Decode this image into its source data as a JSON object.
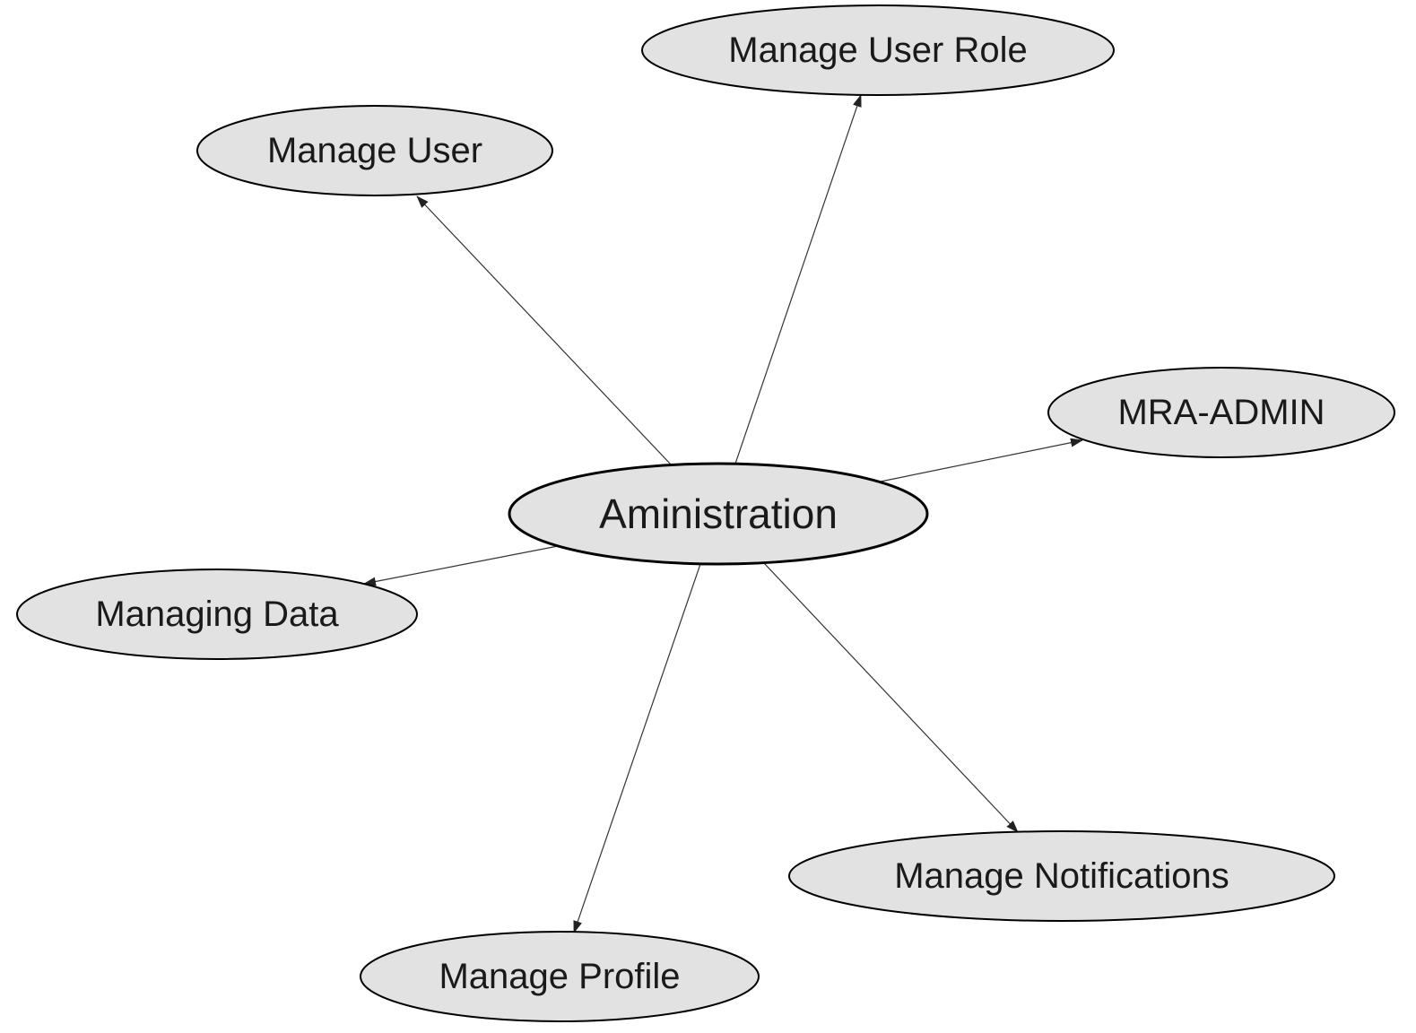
{
  "diagram": {
    "center": {
      "label": "Aministration"
    },
    "nodes": [
      {
        "id": "manage-user-role",
        "label": "Manage User Role"
      },
      {
        "id": "manage-user",
        "label": "Manage User"
      },
      {
        "id": "mra-admin",
        "label": "MRA-ADMIN"
      },
      {
        "id": "managing-data",
        "label": "Managing Data"
      },
      {
        "id": "manage-notifications",
        "label": "Manage Notifications"
      },
      {
        "id": "manage-profile",
        "label": "Manage Profile"
      }
    ],
    "edges": [
      {
        "from": "center",
        "to": "manage-user"
      },
      {
        "from": "center",
        "to": "manage-user-role"
      },
      {
        "from": "center",
        "to": "mra-admin"
      },
      {
        "from": "center",
        "to": "managing-data"
      },
      {
        "from": "center",
        "to": "manage-notifications"
      },
      {
        "from": "center",
        "to": "manage-profile"
      }
    ]
  }
}
